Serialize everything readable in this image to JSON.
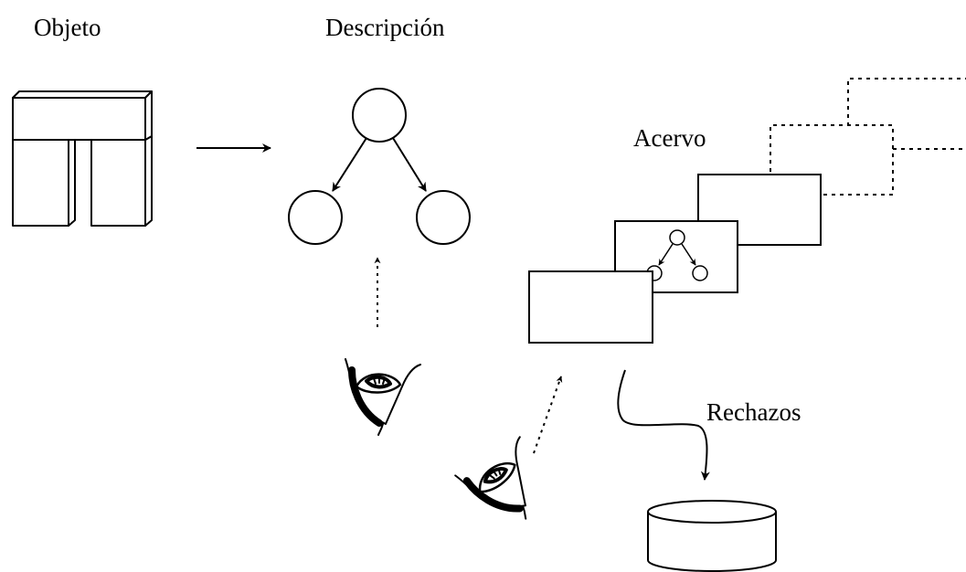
{
  "labels": {
    "objeto": "Objeto",
    "descripcion": "Descripción",
    "acervo": "Acervo",
    "rechazos": "Rechazos"
  },
  "icons": {
    "object": "arch-blocks-icon",
    "description_tree": "tree-graph-icon",
    "observer": "eye-icon",
    "collection": "stacked-cards-icon",
    "rejects_store": "database-cylinder-icon"
  },
  "colors": {
    "stroke": "#000000",
    "background": "#ffffff"
  }
}
